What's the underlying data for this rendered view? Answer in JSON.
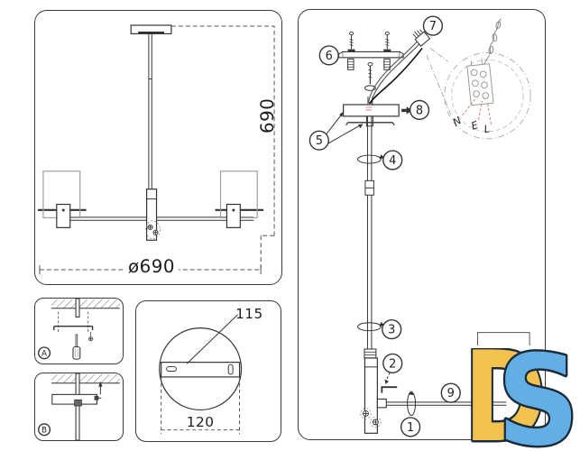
{
  "sheet": {
    "overview": {
      "height_dim": "690",
      "diameter_dim": "ø690"
    },
    "mount_plate": {
      "slot_spacing": "115",
      "plate_width": "120"
    },
    "steps": {
      "a": "A",
      "b": "B"
    },
    "assembly": {
      "callouts": [
        "1",
        "2",
        "3",
        "4",
        "5",
        "6",
        "7",
        "8",
        "9"
      ],
      "terminals": [
        "N",
        "E",
        "L"
      ]
    }
  },
  "logo": {
    "d": "D",
    "s": "S"
  },
  "colors": {
    "line": "#3a3a3a",
    "light_line": "#9a9a9a",
    "dim_line": "#555555",
    "terminal_leader": "#dd7a7a",
    "logo_yellow": "#f2c24e",
    "logo_blue": "#63aee5",
    "logo_outline": "#1c2b3a",
    "background": "#ffffff"
  }
}
